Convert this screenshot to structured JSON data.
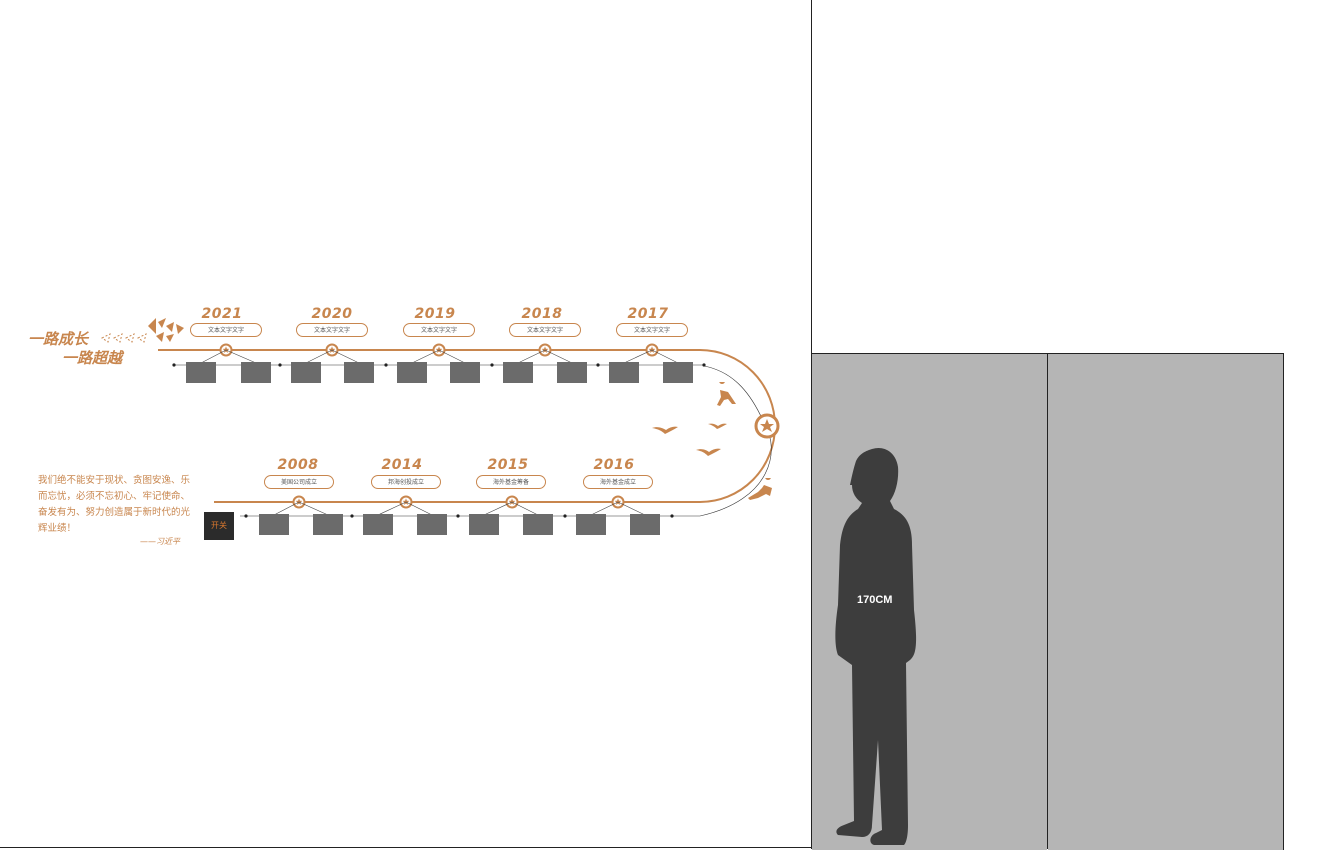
{
  "slogan": {
    "line1": "一路成长",
    "line2": "一路超越"
  },
  "top_row": [
    {
      "year": "2021",
      "label": "文本文字文字"
    },
    {
      "year": "2020",
      "label": "文本文字文字"
    },
    {
      "year": "2019",
      "label": "文本文字文字"
    },
    {
      "year": "2018",
      "label": "文本文字文字"
    },
    {
      "year": "2017",
      "label": "文本文字文字"
    }
  ],
  "bottom_row": [
    {
      "year": "2008",
      "label": "美国公司成立"
    },
    {
      "year": "2014",
      "label": "邦海创投成立"
    },
    {
      "year": "2015",
      "label": "海外基金筹备"
    },
    {
      "year": "2016",
      "label": "海外基金成立"
    }
  ],
  "quote": {
    "text": "我们绝不能安于现状、贪图安逸、乐而忘忧，必须不忘初心、牢记使命、奋发有为、努力创造属于新时代的光辉业绩！",
    "signature": "——习近平"
  },
  "switch_label": "开关",
  "height_marker": "170CM",
  "colors": {
    "accent": "#c8864e",
    "photo": "#6b6b6b",
    "wall": "#b5b5b5",
    "silhouette": "#3d3d3d"
  }
}
